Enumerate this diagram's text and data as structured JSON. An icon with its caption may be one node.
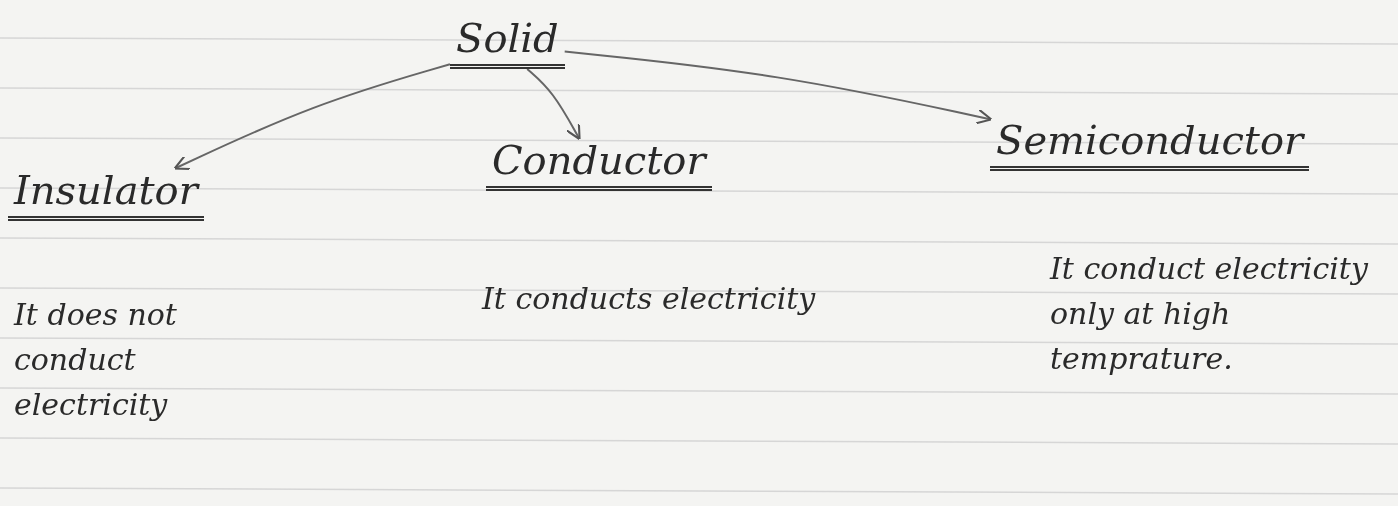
{
  "diagram": {
    "nodes": [
      {
        "text": [
          "Solid"
        ]
      },
      {
        "text": [
          "Insulator"
        ],
        "beside": [
          "It does not conduct electricity"
        ]
      },
      {
        "text": [
          "Conductor"
        ],
        "beside": [
          "It conducts electricity"
        ]
      },
      {
        "text": [
          "Semiconductor"
        ],
        "beside": [
          "It conduct electricity only at high temprature."
        ]
      }
    ],
    "edges": [
      {
        "from": 0,
        "to": 1,
        "arrow": "to"
      },
      {
        "from": 0,
        "to": 2,
        "arrow": "to"
      },
      {
        "from": 0,
        "to": 3,
        "arrow": "to"
      }
    ]
  }
}
